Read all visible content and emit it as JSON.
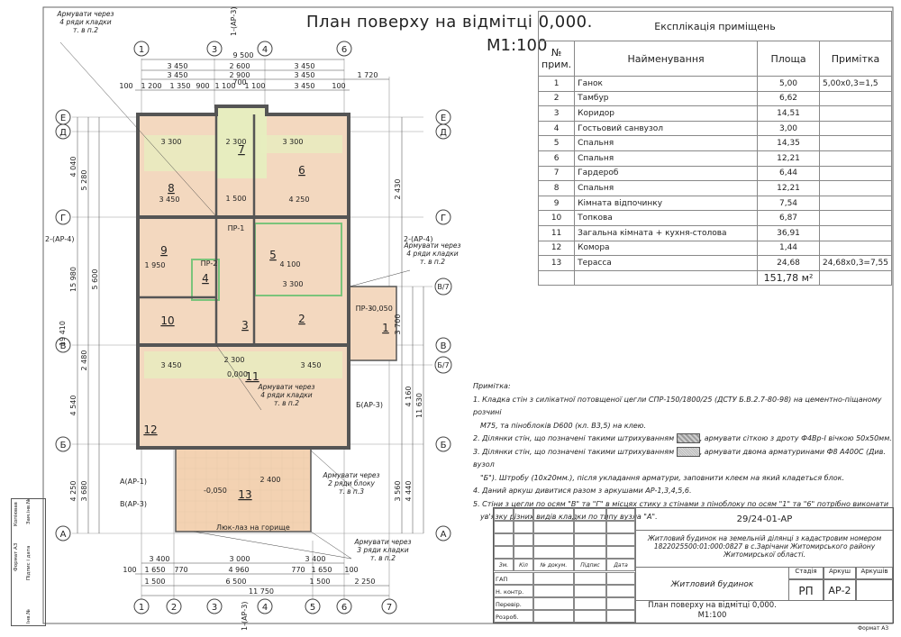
{
  "header": {
    "title": "План поверху на відмітці 0,000.",
    "scale": "М1:100"
  },
  "explication": {
    "title": "Експлікація приміщень",
    "columns": [
      "№ прим.",
      "Найменування",
      "Площа",
      "Примітка"
    ],
    "rows": [
      {
        "n": "1",
        "name": "Ганок",
        "area": "5,00",
        "note": "5,00x0,3=1,5"
      },
      {
        "n": "2",
        "name": "Тамбур",
        "area": "6,62",
        "note": ""
      },
      {
        "n": "3",
        "name": "Коридор",
        "area": "14,51",
        "note": ""
      },
      {
        "n": "4",
        "name": "Гостьовий санвузол",
        "area": "3,00",
        "note": ""
      },
      {
        "n": "5",
        "name": "Спальня",
        "area": "14,35",
        "note": ""
      },
      {
        "n": "6",
        "name": "Спальня",
        "area": "12,21",
        "note": ""
      },
      {
        "n": "7",
        "name": "Гардероб",
        "area": "6,44",
        "note": ""
      },
      {
        "n": "8",
        "name": "Спальня",
        "area": "12,21",
        "note": ""
      },
      {
        "n": "9",
        "name": "Кімната відпочинку",
        "area": "7,54",
        "note": ""
      },
      {
        "n": "10",
        "name": "Топкова",
        "area": "6,87",
        "note": ""
      },
      {
        "n": "11",
        "name": "Загальна кімната + кухня-столова",
        "area": "36,91",
        "note": ""
      },
      {
        "n": "12",
        "name": "Комора",
        "area": "1,44",
        "note": ""
      },
      {
        "n": "13",
        "name": "Терасса",
        "area": "24,68",
        "note": "24,68x0,3=7,55"
      }
    ],
    "total": "151,78 м²"
  },
  "notes": {
    "title": "Примітка:",
    "items": [
      "1. Кладка стін з силікатної потовщеної цегли СПР-150/1800/25 (ДСТУ Б.В.2.7-80-98) на цементно-піщаному розчині",
      "М75, та піноблоків D600 (кл. В3,5) на клею.",
      "2. Ділянки стін, що позначені такими штрихуванням",
      ", армувати сіткою з дроту Ф4Вр-І вічкою 50х50мм.",
      "3. Ділянки стін, що позначені такими штрихуванням",
      ", армувати двома арматуринами Ф8 А400С (Див. вузол",
      "\"Б\"). Штробу (10х20мм.), після укладання арматури, заповнити клеєм на який кладеться блок.",
      "4. Даний аркуш дивитися разом з аркушами АР-1,3,4,5,6.",
      "5. Стіни з цегли по осям \"В\" та \"Г\"  в місцях стику з стінами з піноблоку  по осям \"1\" та \"6\" потрібно виконати",
      "ув'язку різних видів кладки по типу вузла \"А\"."
    ]
  },
  "title_block": {
    "code": "29/24-01-АР",
    "project": "Житловий будинок на земельній ділянці з кадастровим номером 1822025500:01:000:0827 в с.Зарічани Житомирського району Житомирської області.",
    "building": "Житловий будинок",
    "sheet_title": "План поверху на відмітці 0,000.",
    "sheet_scale": "М1:100",
    "stage_label": "Стадія",
    "sheet_label": "Аркуш",
    "sheets_label": "Аркушів",
    "stage": "РП",
    "sheet": "АР-2",
    "cols": [
      "Зм.",
      "Кіл",
      "№ докум.",
      "Підпис",
      "Дата"
    ],
    "roles": [
      "ГАП",
      "Н. контр.",
      "Перевір.",
      "Розроб."
    ],
    "format": "Формат А3"
  },
  "stamp": {
    "a": "Інв.№",
    "b": "Підпис і дата",
    "c": "Зам.інв.№",
    "d": "Формат А3",
    "e": "Копіював"
  },
  "plan": {
    "axes": {
      "v": [
        "1",
        "2",
        "3",
        "4",
        "5",
        "6",
        "7"
      ],
      "h": [
        "Е",
        "Д",
        "Г",
        "В",
        "Б",
        "А"
      ],
      "v7a": "В/7",
      "v7b": "Б/7"
    },
    "rooms": [
      "1",
      "2",
      "3",
      "4",
      "5",
      "6",
      "7",
      "8",
      "9",
      "10",
      "11",
      "12",
      "13"
    ],
    "marks": {
      "el1": "-0,050",
      "el2": "0,000",
      "el3": "-0,050",
      "hatch": "Люк-лаз на горище",
      "sec_top": "1-(АР-3)",
      "sec_bot": "1-(АР-3)",
      "sec_l": "2-(АР-4)",
      "sec_r": "2-(АР-4)",
      "a1": "А(АР-1)",
      "b3": "В(АР-3)",
      "bb3": "Б(АР-3)"
    },
    "leaders": {
      "l1": [
        "Армувати через",
        "4 ряди кладки",
        "т. в п.2"
      ],
      "l2": [
        "Армувати через",
        "4 ряди кладки",
        "т. в п.2"
      ],
      "l3": [
        "Армувати через",
        "4 ряди кладки",
        "т. в п.2"
      ],
      "l4": [
        "Армувати через",
        "2 ряди блоку",
        "т. в п.3"
      ],
      "l5": [
        "Армувати через",
        "3 ряди кладки",
        "т. в п.2"
      ]
    },
    "dims_top": [
      "9 500",
      "3 450",
      "2 600",
      "3 450",
      "3 450",
      "2 900",
      "3 450",
      "1 720",
      "100",
      "1 200",
      "1 350",
      "900",
      "1 100",
      "700",
      "1 100",
      "3 450",
      "100"
    ],
    "dims_bottom": [
      "3 400",
      "3 000",
      "3 400",
      "100",
      "1 650",
      "770",
      "4 960",
      "770",
      "1 650",
      "100",
      "1 500",
      "6 500",
      "1 500",
      "2 250",
      "11 750"
    ],
    "dims_left": [
      "4 040",
      "5 280",
      "15 980",
      "5 600",
      "19 410",
      "2 480",
      "4 540",
      "4 250",
      "3 680"
    ],
    "dims_right": [
      "2 430",
      "3 700",
      "4 160",
      "11 630",
      "3 560",
      "4 440"
    ],
    "dims_inner": [
      "3 300",
      "2 300",
      "3 300",
      "3 450",
      "4 250",
      "1 500",
      "1 950",
      "4 100",
      "3 300",
      "3 450",
      "2 300",
      "3 450",
      "2 400",
      "ПР-1",
      "ПР-2",
      "ПР-3"
    ]
  }
}
